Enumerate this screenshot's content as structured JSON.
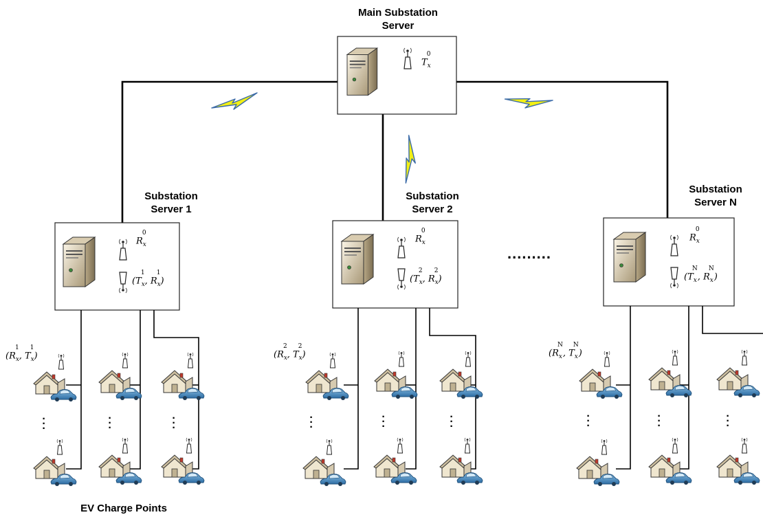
{
  "labels": {
    "main_server_line1": "Main Substation",
    "main_server_line2": "Server",
    "sub1_line1": "Substation",
    "sub1_line2": "Server 1",
    "sub2_line1": "Substation",
    "sub2_line2": "Server 2",
    "subN_line1": "Substation",
    "subN_line2": "Server N",
    "ev_charge_points": "EV Charge Points",
    "ellipsis": "........."
  },
  "math": {
    "main_tx": {
      "base": "T",
      "sub": "x",
      "sup": "0"
    },
    "sub1_rx": {
      "base": "R",
      "sub": "x",
      "sup": "0"
    },
    "sub1_pair": {
      "a": "T",
      "b": "R",
      "sub": "x",
      "sup": "1"
    },
    "sub2_rx": {
      "base": "R",
      "sub": "x",
      "sup": "0"
    },
    "sub2_pair": {
      "a": "T",
      "b": "R",
      "sub": "x",
      "sup": "2"
    },
    "subN_rx": {
      "base": "R",
      "sub": "x",
      "sup": "0"
    },
    "subN_pair": {
      "a": "T",
      "b": "R",
      "sub": "x",
      "sup": "N"
    },
    "group1_pair": {
      "a": "R",
      "b": "T",
      "sub": "x",
      "sup": "1"
    },
    "group2_pair": {
      "a": "R",
      "b": "T",
      "sub": "x",
      "sup": "2"
    },
    "groupN_pair": {
      "a": "R",
      "b": "T",
      "sub": "x",
      "sup": "N"
    }
  },
  "icons": [
    "server-icon",
    "antenna-icon",
    "house-icon",
    "car-icon",
    "lightning-icon"
  ],
  "colors": {
    "lightning_fill": "#f2ef14",
    "lightning_stroke": "#3a6aa8",
    "car_fill": "#4f93c8",
    "house_wall": "#efe6cf",
    "house_roof": "#cdbfa0",
    "server_body": "#e8dcc0",
    "line": "#000000"
  }
}
